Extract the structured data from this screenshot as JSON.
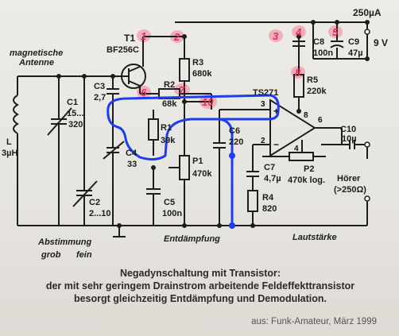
{
  "colors": {
    "paper": "#e8e6e1",
    "ink": "#1d1d1d",
    "pink_marker": "#f39ab3",
    "blue_overlay": "#1e3df0",
    "red_digits": "#e3324d"
  },
  "diagram": {
    "labels": {
      "supply_current": "250µA",
      "supply_voltage": "9 V",
      "antenna_line1": "magnetische",
      "antenna_line2": "Antenne",
      "transistor_name": "T1",
      "transistor_type": "BF256C",
      "r3_name": "R3",
      "r3_value": "680k",
      "r2_name": "R2",
      "r2_value": "68k",
      "r1_name": "R1",
      "r1_value": "39k",
      "r5_name": "R5",
      "r5_value": "220k",
      "r4_name": "R4",
      "r4_value": "820",
      "c1_name": "C1",
      "c1_value_a": "15...",
      "c1_value_b": "320",
      "c2_name": "C2",
      "c2_value": "2...10",
      "c3_name": "C3",
      "c3_value": "2,7",
      "c4_name": "C4",
      "c4_value": "33",
      "c5_name": "C5",
      "c5_value": "100n",
      "c6_name": "C6",
      "c6_value": "220",
      "c7_name": "C7",
      "c7_value": "4,7µ",
      "c8_name": "C8",
      "c8_value": "100n",
      "c9_name": "C9",
      "c9_value": "47µ",
      "c10_name": "C10",
      "c10_value": "10µ",
      "l_name": "L",
      "l_value": "3µH",
      "p1_name": "P1",
      "p1_value": "470k",
      "p2_name": "P2",
      "p2_value": "470k log.",
      "opamp_name": "TS271",
      "headphone_name": "Hörer",
      "headphone_value": "(>250Ω)",
      "tuning_line1": "Abstimmung",
      "tuning_coarse": "grob",
      "tuning_fine": "fein",
      "damping": "Entdämpfung",
      "volume": "Lautstärke"
    },
    "opamp_pins": {
      "p3": "3",
      "p2": "2",
      "p8": "8",
      "p6": "6",
      "p4": "4",
      "plus": "+",
      "minus": "−"
    },
    "node_markers": [
      "1",
      "2",
      "3",
      "4",
      "5",
      "6",
      "7",
      "8",
      "10"
    ]
  },
  "caption": {
    "line1": "Negadynschaltung mit Transistor:",
    "line2": "der mit sehr geringem Drainstrom arbeitende Feldeffekttransistor",
    "line3": "besorgt gleichzeitig Entdämpfung und Demodulation.",
    "credit": "aus: Funk-Amateur, März 1999"
  }
}
